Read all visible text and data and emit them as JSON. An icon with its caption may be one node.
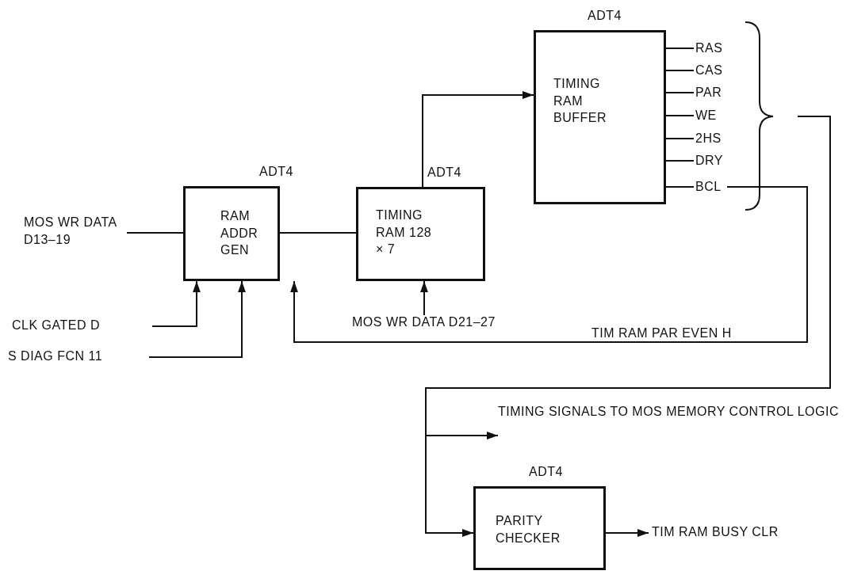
{
  "diagram": {
    "nodes": [
      {
        "text": [
          "RAM ADDR GEN"
        ],
        "beside": [
          "ADT4"
        ]
      },
      {
        "text": [
          "TIMING RAM 128 × 7"
        ],
        "beside": [
          "ADT4"
        ]
      },
      {
        "text": [
          "TIMING RAM BUFFER"
        ],
        "beside": [
          "ADT4"
        ]
      },
      {
        "text": [
          "PARITY CHECKER"
        ],
        "beside": [
          "ADT4"
        ]
      },
      {
        "text": [
          "MOS WR DATA D13–19"
        ]
      },
      {
        "text": [
          "CLK GATED D"
        ]
      },
      {
        "text": [
          "S DIAG FCN 11"
        ]
      },
      {
        "text": [
          "MOS WR DATA D21–27"
        ]
      },
      {
        "text": [
          "TIMING SIGNALS TO MOS MEMORY CONTROL LOGIC"
        ]
      },
      {
        "text": [
          "TIM RAM BUSY CLR"
        ]
      },
      {
        "text": [
          "RAS"
        ]
      },
      {
        "text": [
          "CAS"
        ]
      },
      {
        "text": [
          "PAR"
        ]
      },
      {
        "text": [
          "WE"
        ]
      },
      {
        "text": [
          "2HS"
        ]
      },
      {
        "text": [
          "DRY"
        ]
      },
      {
        "text": [
          "BCL"
        ]
      }
    ],
    "edges": [
      {
        "from": 4,
        "to": 0,
        "arrow": "none"
      },
      {
        "from": 5,
        "to": 0,
        "arrow": "to"
      },
      {
        "from": 6,
        "to": 0,
        "arrow": "to"
      },
      {
        "from": 0,
        "to": 1,
        "arrow": "none"
      },
      {
        "from": 1,
        "to": 2,
        "arrow": "to"
      },
      {
        "from": 7,
        "to": 1,
        "arrow": "to"
      },
      {
        "from": 16,
        "to": 0,
        "arrow": "to",
        "label": "TIM RAM PAR EVEN H"
      },
      {
        "from": null,
        "to": 8,
        "arrow": "to"
      },
      {
        "from": null,
        "to": 3,
        "arrow": "to"
      },
      {
        "from": 3,
        "to": 9,
        "arrow": "to"
      },
      {
        "from": 2,
        "to": 10,
        "arrow": "none"
      },
      {
        "from": 2,
        "to": 11,
        "arrow": "none"
      },
      {
        "from": 2,
        "to": 12,
        "arrow": "none"
      },
      {
        "from": 2,
        "to": 13,
        "arrow": "none"
      },
      {
        "from": 2,
        "to": 14,
        "arrow": "none"
      },
      {
        "from": 2,
        "to": 15,
        "arrow": "none"
      },
      {
        "from": 2,
        "to": 16,
        "arrow": "none"
      }
    ]
  }
}
